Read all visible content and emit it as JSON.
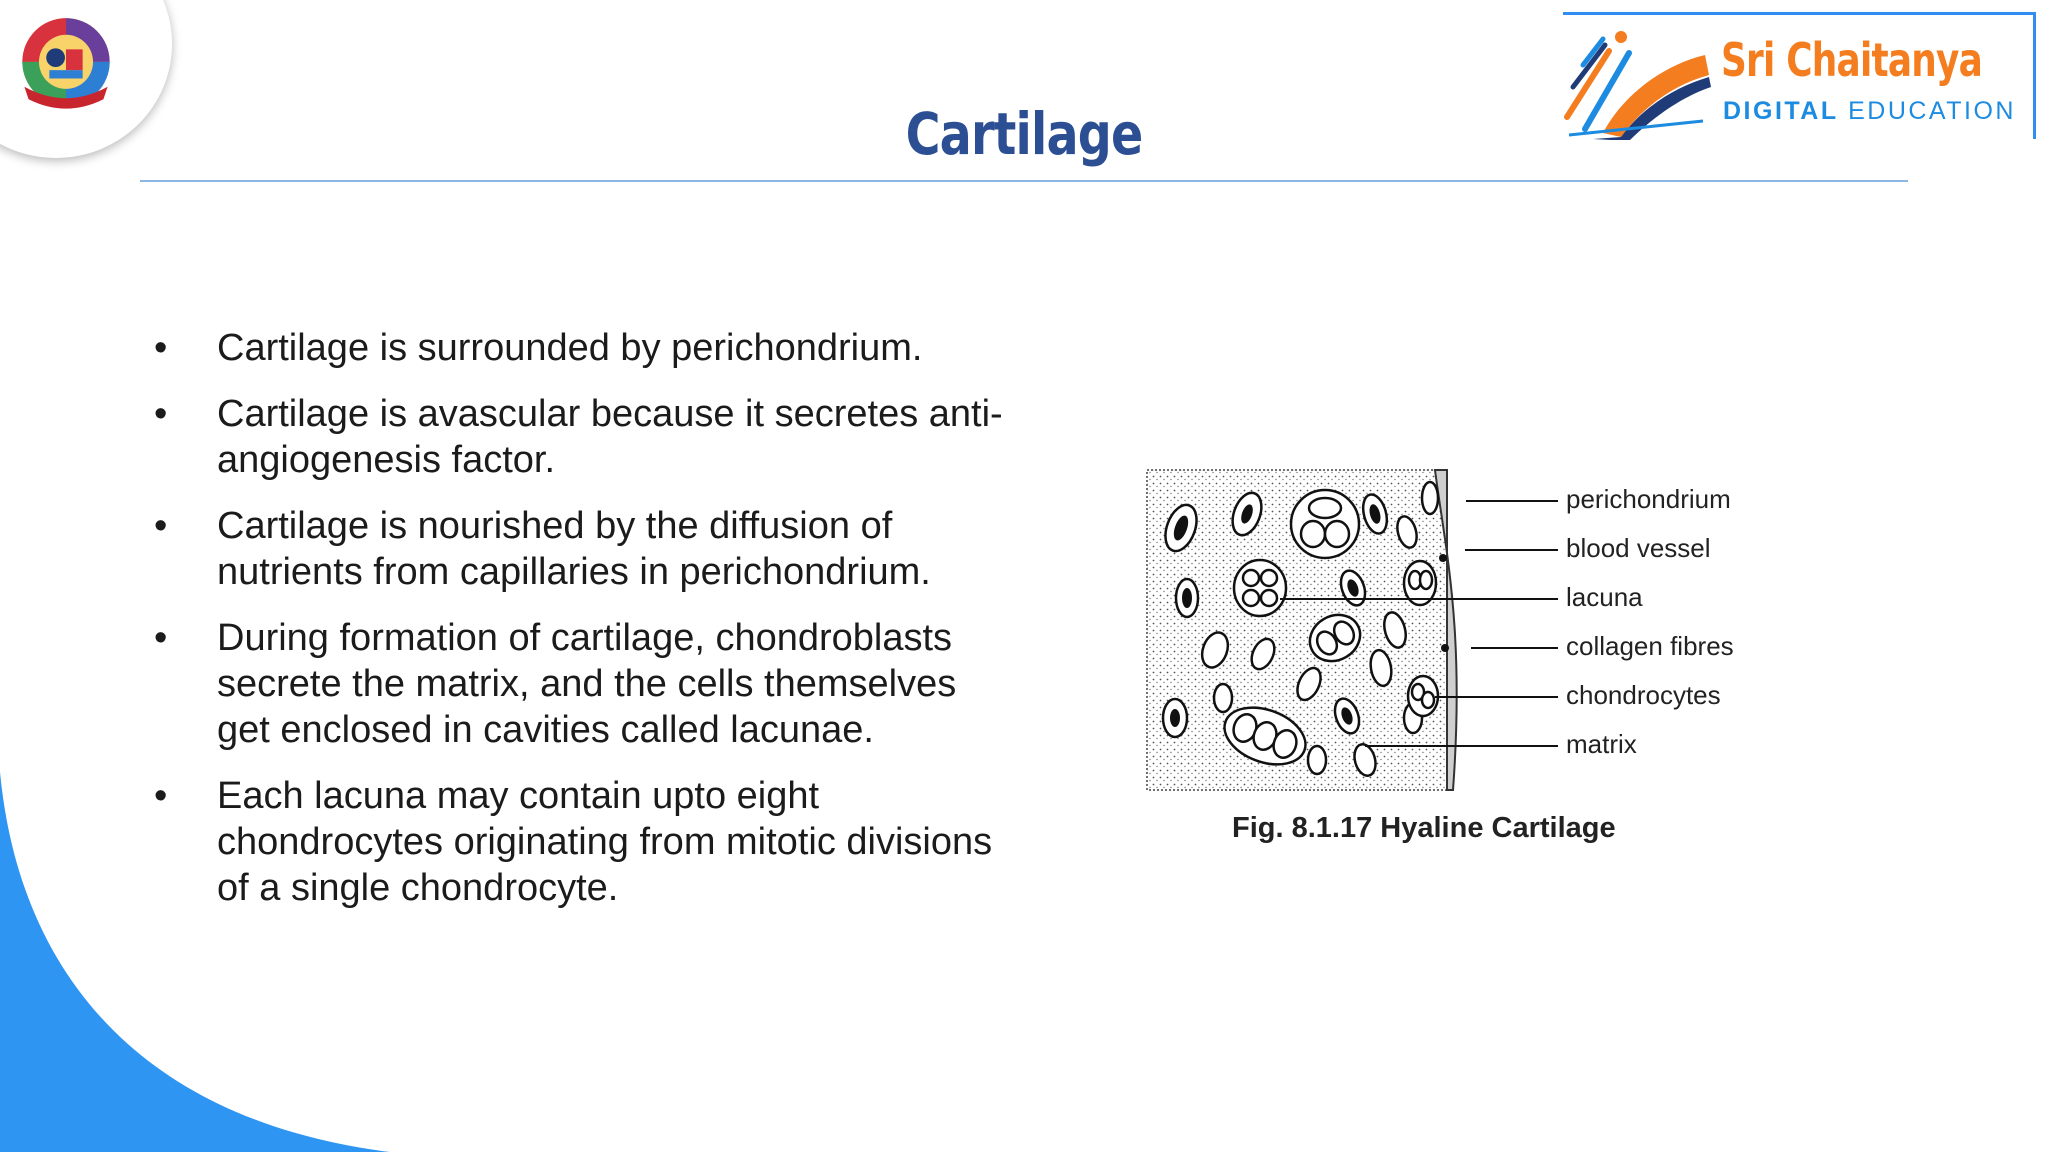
{
  "logo": {
    "emblem_icon": "institution-emblem-icon",
    "brand_icon": "open-book-icon",
    "brand_name": "Sri Chaitanya",
    "brand_sub_bold": "DIGITAL",
    "brand_sub_light": "EDUCATION",
    "colors": {
      "orange": "#f47d1f",
      "blue": "#1d8be0",
      "navy": "#1f3c78"
    }
  },
  "slide": {
    "title": "Cartilage",
    "title_color": "#2c4f93",
    "accent_color": "#2f95f2",
    "bullet_symbol": "•",
    "bullets": [
      "Cartilage is surrounded by perichondrium.",
      "Cartilage is avascular because it secretes anti-angiogenesis factor.",
      "Cartilage is nourished by the diffusion of nutrients from capillaries in perichondrium.",
      "During formation of cartilage, chondroblasts secrete the matrix, and the cells themselves get enclosed in cavities called lacunae.",
      "Each lacuna may contain upto eight chondrocytes originating from mitotic divisions of a single chondrocyte."
    ]
  },
  "figure": {
    "diagram_icon": "hyaline-cartilage-diagram",
    "labels": [
      "perichondrium",
      "blood vessel",
      "lacuna",
      "collagen fibres",
      "chondrocytes",
      "matrix"
    ],
    "caption": "Fig. 8.1.17 Hyaline Cartilage"
  }
}
